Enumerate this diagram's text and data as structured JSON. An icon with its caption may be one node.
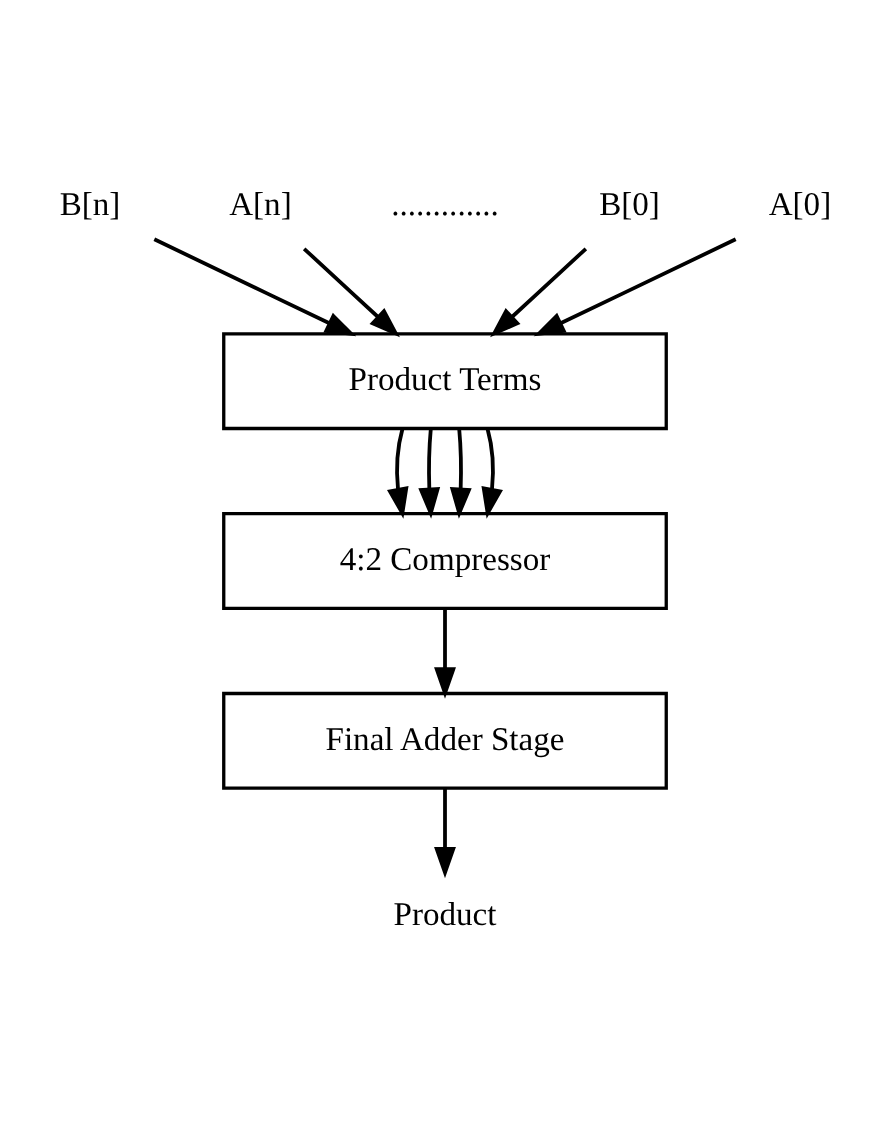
{
  "diagram": {
    "nodes": [
      {
        "text": [
          "B[n]"
        ]
      },
      {
        "text": [
          "A[n]"
        ]
      },
      {
        "text": [
          "B[0]"
        ]
      },
      {
        "text": [
          "A[0]"
        ]
      },
      {
        "text": [
          "Product Terms"
        ]
      },
      {
        "text": [
          "4:2 Compressor"
        ]
      },
      {
        "text": [
          "Final Adder Stage"
        ]
      },
      {
        "text": [
          "Product"
        ]
      }
    ],
    "edges": [
      {
        "from": 0,
        "to": 4,
        "arrow": "to"
      },
      {
        "from": 1,
        "to": 4,
        "arrow": "to"
      },
      {
        "from": 2,
        "to": 4,
        "arrow": "to"
      },
      {
        "from": 3,
        "to": 4,
        "arrow": "to"
      },
      {
        "from": 4,
        "to": 5,
        "arrow": "to"
      },
      {
        "from": 4,
        "to": 5,
        "arrow": "to"
      },
      {
        "from": 4,
        "to": 5,
        "arrow": "to"
      },
      {
        "from": 4,
        "to": 5,
        "arrow": "to"
      },
      {
        "from": 5,
        "to": 6,
        "arrow": "to"
      },
      {
        "from": 6,
        "to": 7,
        "arrow": "to"
      }
    ],
    "labels": [
      "............."
    ]
  }
}
